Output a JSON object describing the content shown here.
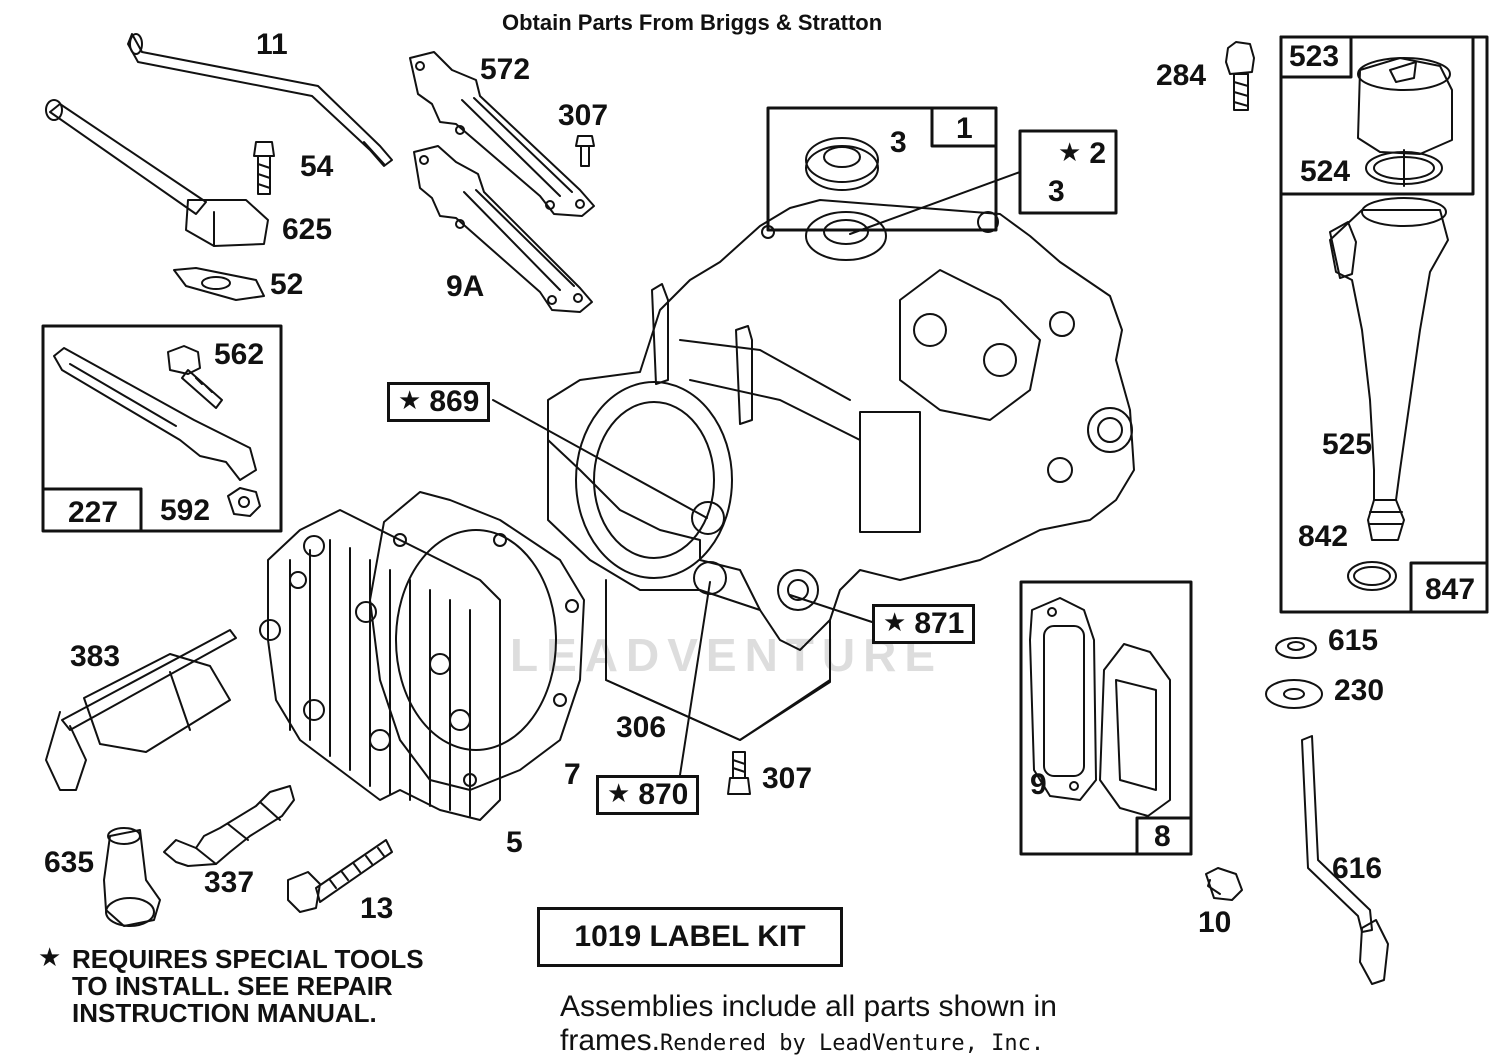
{
  "diagram": {
    "title": "Obtain Parts From Briggs & Stratton",
    "watermark": "LEADVENTURE",
    "labels": {
      "p11": "11",
      "p54": "54",
      "p625": "625",
      "p52": "52",
      "p572": "572",
      "p307a": "307",
      "p9a": "9A",
      "p3a": "3",
      "p1": "1",
      "p2": "2",
      "p3b": "3",
      "p284": "284",
      "p523": "523",
      "p524": "524",
      "p525": "525",
      "p842": "842",
      "p847": "847",
      "p562": "562",
      "p227": "227",
      "p592": "592",
      "p869": "869",
      "p871": "871",
      "p870": "870",
      "p306": "306",
      "p7": "7",
      "p307b": "307",
      "p5": "5",
      "p383": "383",
      "p635": "635",
      "p337": "337",
      "p13": "13",
      "p615": "615",
      "p230": "230",
      "p616": "616",
      "p9": "9",
      "p8": "8",
      "p10": "10"
    },
    "label_kit": "1019 LABEL KIT",
    "note_lines": [
      "REQUIRES SPECIAL TOOLS",
      "TO INSTALL.  SEE REPAIR",
      "INSTRUCTION MANUAL."
    ],
    "assemblies_line1": "Assemblies include all parts shown in",
    "assemblies_line2": "frames.",
    "rendered_by": "Rendered by LeadVenture, Inc."
  }
}
